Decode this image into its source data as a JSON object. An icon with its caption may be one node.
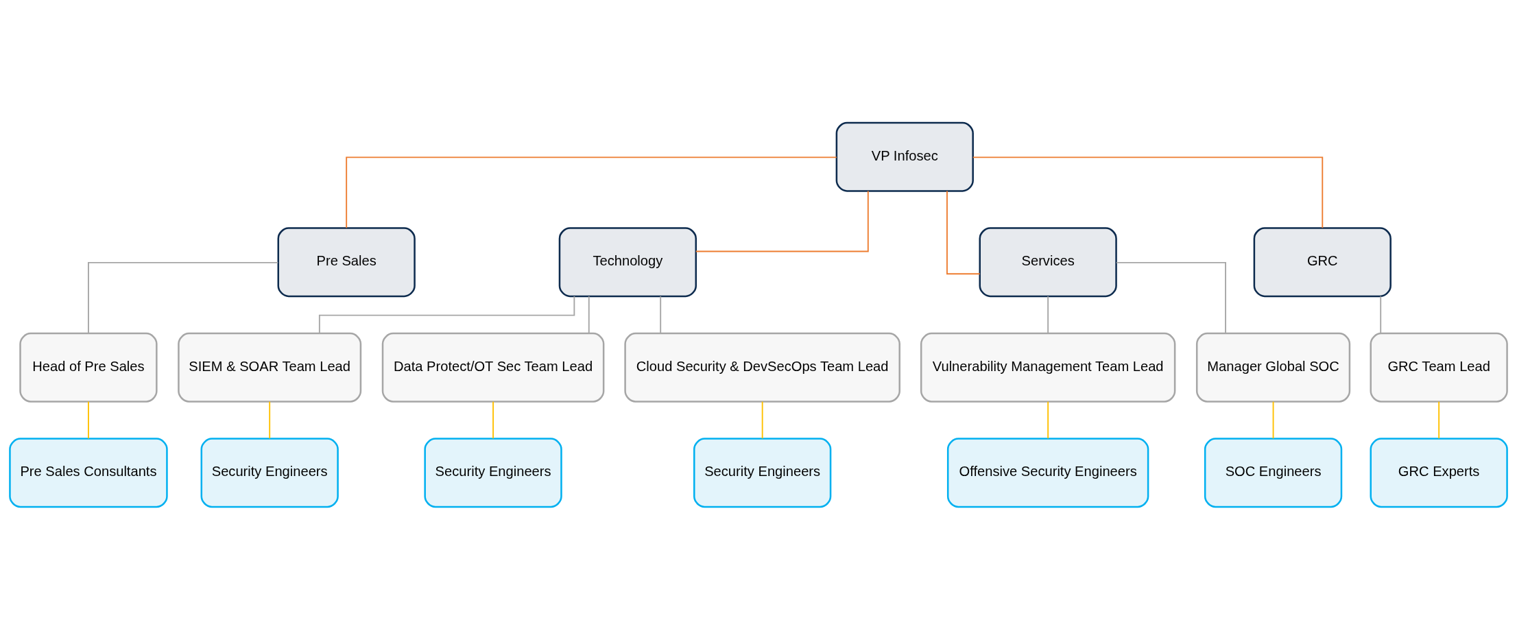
{
  "diagram": {
    "nodes": [
      {
        "text": [
          "VP Infosec"
        ]
      },
      {
        "text": [
          "Pre Sales"
        ]
      },
      {
        "text": [
          "Technology"
        ]
      },
      {
        "text": [
          "Services"
        ]
      },
      {
        "text": [
          "GRC"
        ]
      },
      {
        "text": [
          "Head of Pre Sales"
        ]
      },
      {
        "text": [
          "SIEM & SOAR Team Lead"
        ]
      },
      {
        "text": [
          "Data Protect/OT Sec Team Lead"
        ]
      },
      {
        "text": [
          "Cloud Security & DevSecOps Team Lead"
        ]
      },
      {
        "text": [
          "Vulnerability Management Team Lead"
        ]
      },
      {
        "text": [
          "Manager Global SOC"
        ]
      },
      {
        "text": [
          "GRC Team Lead"
        ]
      },
      {
        "text": [
          "Pre Sales Consultants"
        ]
      },
      {
        "text": [
          "Security Engineers"
        ]
      },
      {
        "text": [
          "Security Engineers"
        ]
      },
      {
        "text": [
          "Security Engineers"
        ]
      },
      {
        "text": [
          "Offensive Security Engineers"
        ]
      },
      {
        "text": [
          "SOC Engineers"
        ]
      },
      {
        "text": [
          "GRC Experts"
        ]
      }
    ],
    "edges": [
      {
        "from": 0,
        "to": 1,
        "arrow": "none",
        "color": "#ed7d31"
      },
      {
        "from": 0,
        "to": 2,
        "arrow": "none",
        "color": "#ed7d31"
      },
      {
        "from": 0,
        "to": 3,
        "arrow": "none",
        "color": "#ed7d31"
      },
      {
        "from": 0,
        "to": 4,
        "arrow": "none",
        "color": "#ed7d31"
      },
      {
        "from": 1,
        "to": 5,
        "arrow": "none"
      },
      {
        "from": 2,
        "to": 6,
        "arrow": "none"
      },
      {
        "from": 2,
        "to": 7,
        "arrow": "none"
      },
      {
        "from": 2,
        "to": 8,
        "arrow": "none"
      },
      {
        "from": 3,
        "to": 9,
        "arrow": "none"
      },
      {
        "from": 3,
        "to": 10,
        "arrow": "none"
      },
      {
        "from": 4,
        "to": 11,
        "arrow": "none"
      },
      {
        "from": 5,
        "to": 12,
        "arrow": "none",
        "color": "#ffc000"
      },
      {
        "from": 6,
        "to": 13,
        "arrow": "none",
        "color": "#ffc000"
      },
      {
        "from": 7,
        "to": 14,
        "arrow": "none",
        "color": "#ffc000"
      },
      {
        "from": 8,
        "to": 15,
        "arrow": "none",
        "color": "#ffc000"
      },
      {
        "from": 9,
        "to": 16,
        "arrow": "none",
        "color": "#ffc000"
      },
      {
        "from": 10,
        "to": 17,
        "arrow": "none",
        "color": "#ffc000"
      },
      {
        "from": 11,
        "to": 18,
        "arrow": "none",
        "color": "#ffc000"
      }
    ]
  }
}
